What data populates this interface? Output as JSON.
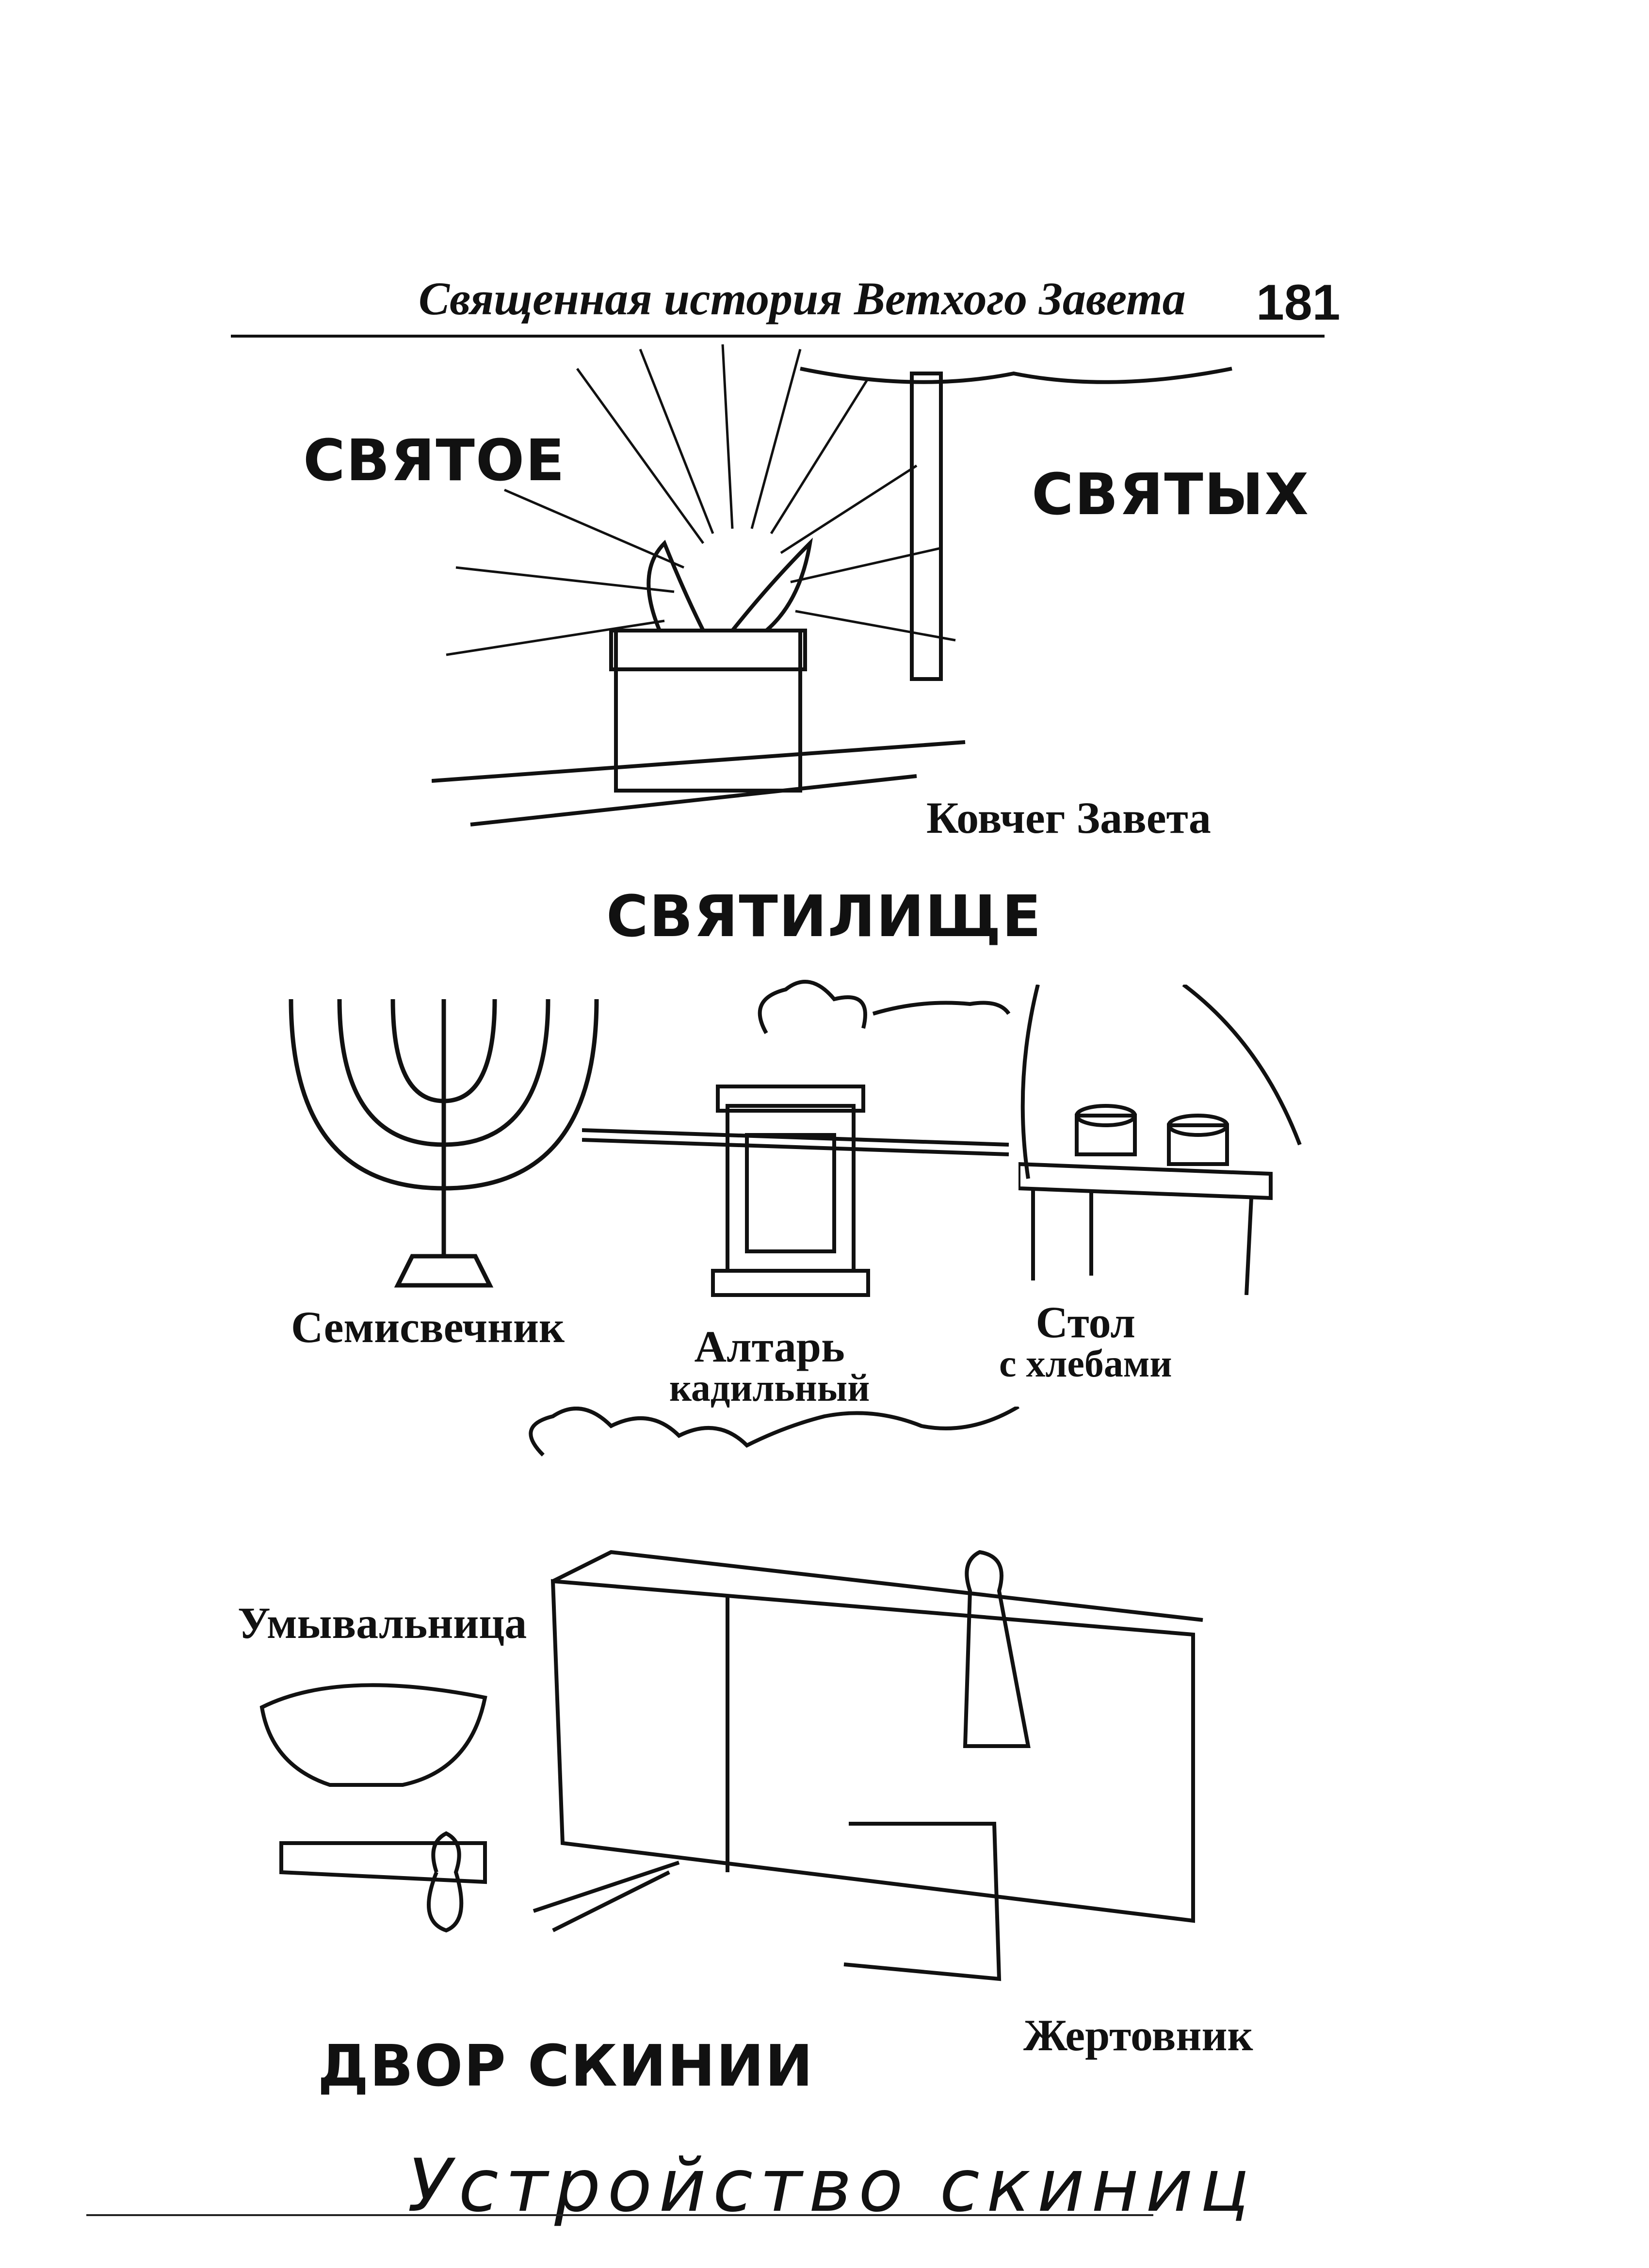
{
  "header": {
    "title": "Священная история Ветхого Завета",
    "page_number": "181"
  },
  "holy_of_holies": {
    "title_left": "СВЯТОЕ",
    "title_right": "СВЯТЫХ",
    "ark_label": "Ковчег Завета"
  },
  "sanctuary": {
    "title": "СВЯТИЛИЩЕ",
    "items": [
      {
        "label": "Семисвечник"
      },
      {
        "label_line1": "Алтарь",
        "label_line2": "кадильный"
      },
      {
        "label_line1": "Стол",
        "label_line2": "с хлебами"
      }
    ]
  },
  "courtyard": {
    "title": "ДВОР СКИНИИ",
    "laver_label": "Умывальница",
    "altar_label": "Жертовник"
  },
  "caption": "Устройство скиниц"
}
